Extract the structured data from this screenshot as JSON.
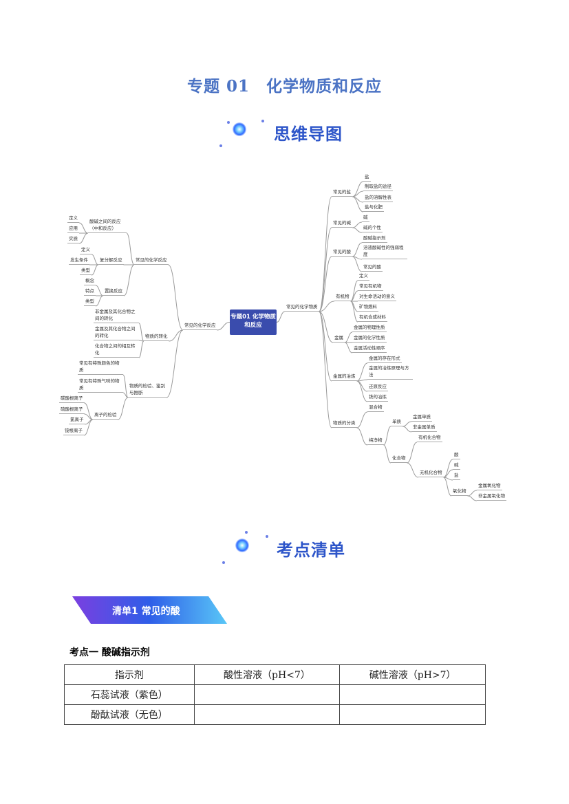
{
  "title": "专题 01　化学物质和反应",
  "section1_logo": "思维导图",
  "section2_logo": "考点清单",
  "mindmap": {
    "center": "专题01 化学物质和反应",
    "nodes": [
      "定义",
      "应用",
      "实质",
      "酸碱之间的反应（中和反应）",
      "定义",
      "发生条件",
      "类型",
      "复分解反应",
      "概念",
      "特点",
      "类型",
      "置换反应",
      "常见的化学反应",
      "非金属及其化合物之间的转化",
      "金属及其化合物之间的转化",
      "化合物之间的相互转化",
      "物质的转化",
      "常见有特殊颜色的物质",
      "常见有特殊气味的物质",
      "物质的检验、鉴别与推断",
      "碳酸根离子",
      "硫酸根离子",
      "氯离子",
      "铵根离子",
      "离子的检验",
      "常见的化学反应",
      "",
      "常见的化学物质",
      "常见的盐",
      "盐",
      "制取盐的途径",
      "盐的溶解性表",
      "盐与化肥",
      "常见的碱",
      "碱",
      "碱的个性",
      "常见的酸",
      "酸碱指示剂",
      "溶液酸碱性的强弱程度",
      "常见的酸",
      "有机物",
      "定义",
      "常见有机物",
      "对生命活动的意义",
      "矿物燃料",
      "有机合成材料",
      "金属",
      "金属的物理性质",
      "金属的化学性质",
      "金属活动性顺序",
      "金属的冶炼",
      "金属的存在形式",
      "金属的冶炼原理与方法",
      "还原反应",
      "铁的冶炼",
      "物质的分类",
      "混合物",
      "纯净物",
      "单质",
      "金属单质",
      "非金属单质",
      "化合物",
      "有机化合物",
      "无机化合物",
      "酸",
      "碱",
      "盐",
      "氧化物",
      "金属氧化物",
      "非金属氧化物"
    ]
  },
  "banner": "清单1  常见的酸",
  "kaodian": "考点一  酸碱指示剂",
  "table": {
    "headers": [
      "指示剂",
      "酸性溶液（pH<7）",
      "碱性溶液（pH>7）"
    ],
    "rows": [
      [
        "石蕊试液（紫色）",
        "",
        ""
      ],
      [
        "酚酞试液（无色）",
        "",
        ""
      ]
    ]
  }
}
